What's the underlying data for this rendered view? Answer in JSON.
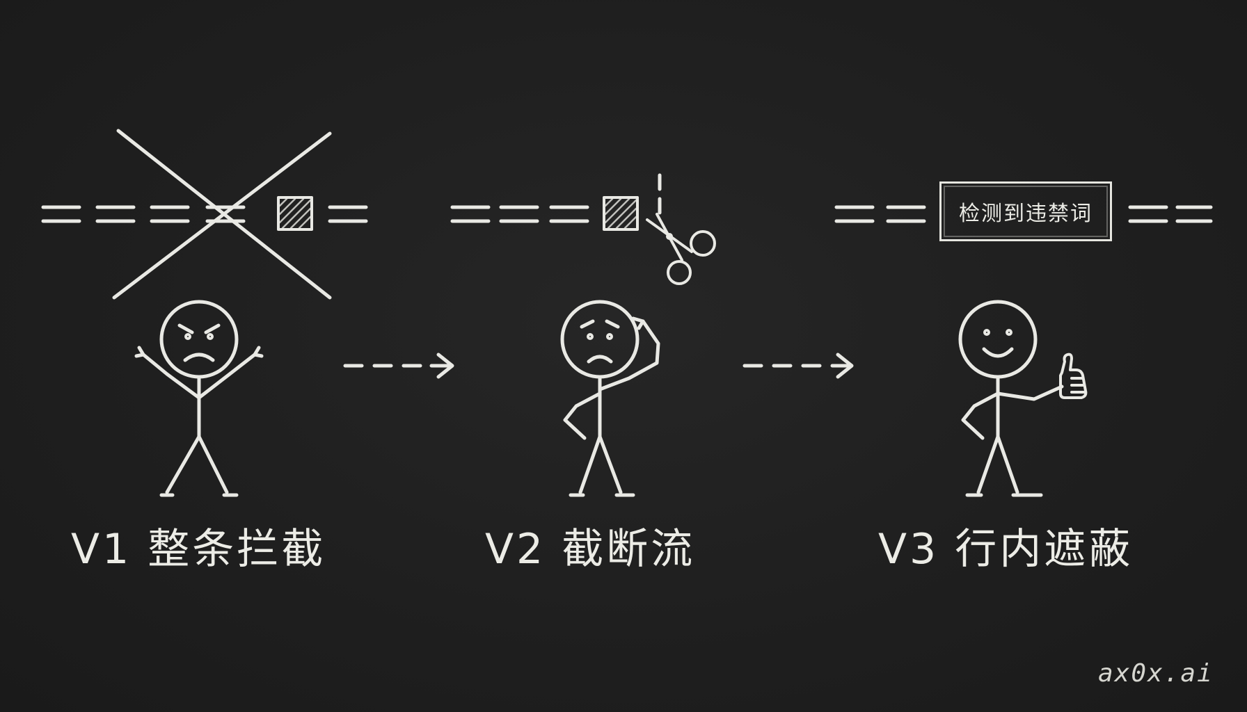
{
  "panels": [
    {
      "caption": "V1 整条拦截",
      "emotion": "angry",
      "mark": "cross-out-icon"
    },
    {
      "caption": "V2 截断流",
      "emotion": "worried",
      "mark": "scissors-icon"
    },
    {
      "caption": "V3 行内遮蔽",
      "emotion": "happy",
      "mark": "thumbs-up-icon",
      "banner": "检测到违禁词"
    }
  ],
  "watermark": "ax0x.ai",
  "colors": {
    "background": "#1e1e1e",
    "chalk": "#e9e9e4"
  }
}
